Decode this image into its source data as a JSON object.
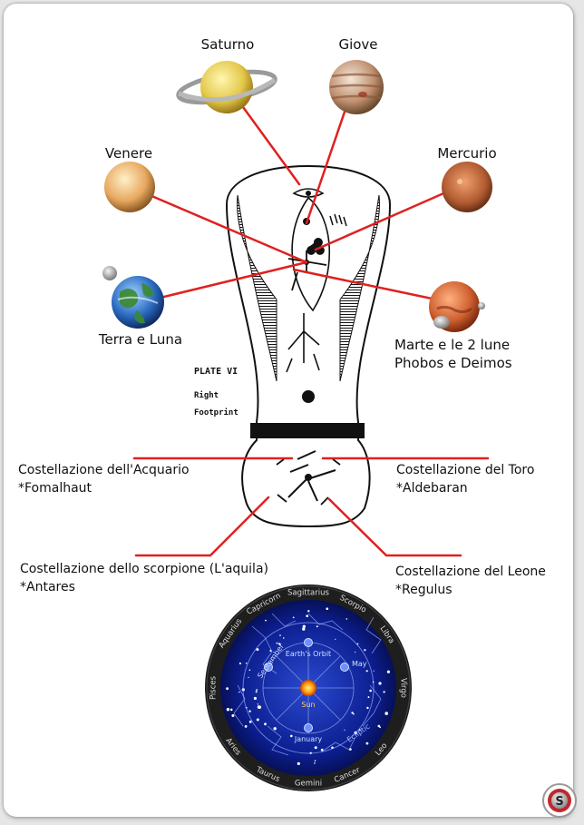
{
  "planets": {
    "saturn": "Saturno",
    "jupiter": "Giove",
    "venus": "Venere",
    "mercury": "Mercurio",
    "earth": "Terra e Luna",
    "mars_line1": "Marte e le 2 lune",
    "mars_line2": "Phobos e Deimos"
  },
  "plate": {
    "title": "PLATE VI",
    "sub1": "Right",
    "sub2": "Footprint"
  },
  "constellations": {
    "aquarius": "Costellazione dell'Acquario",
    "aquarius_star": "*Fomalhaut",
    "taurus": "Costellazione del Toro",
    "taurus_star": "*Aldebaran",
    "scorpio": "Costellazione dello scorpione (L'aquila)",
    "scorpio_star": "*Antares",
    "leo": "Costellazione del Leone",
    "leo_star": "*Regulus"
  },
  "zodiac_wheel": {
    "signs": [
      "Sagittarius",
      "Scorpio",
      "Libra",
      "Virgo",
      "Leo",
      "Cancer",
      "Gemini",
      "Taurus",
      "Aries",
      "Pisces",
      "Aquarius",
      "Capricorn"
    ],
    "orbit_label": "Earth's Orbit",
    "sun_label": "Sun",
    "month_top": "May",
    "month_left": "September",
    "month_bottom": "January",
    "ecliptic_label": "Ecliptic"
  },
  "logo": "S",
  "colors": {
    "connector_red": "#e02020",
    "wheel_ring": "#2a2a2a",
    "wheel_sky": "#0a1a6e"
  }
}
